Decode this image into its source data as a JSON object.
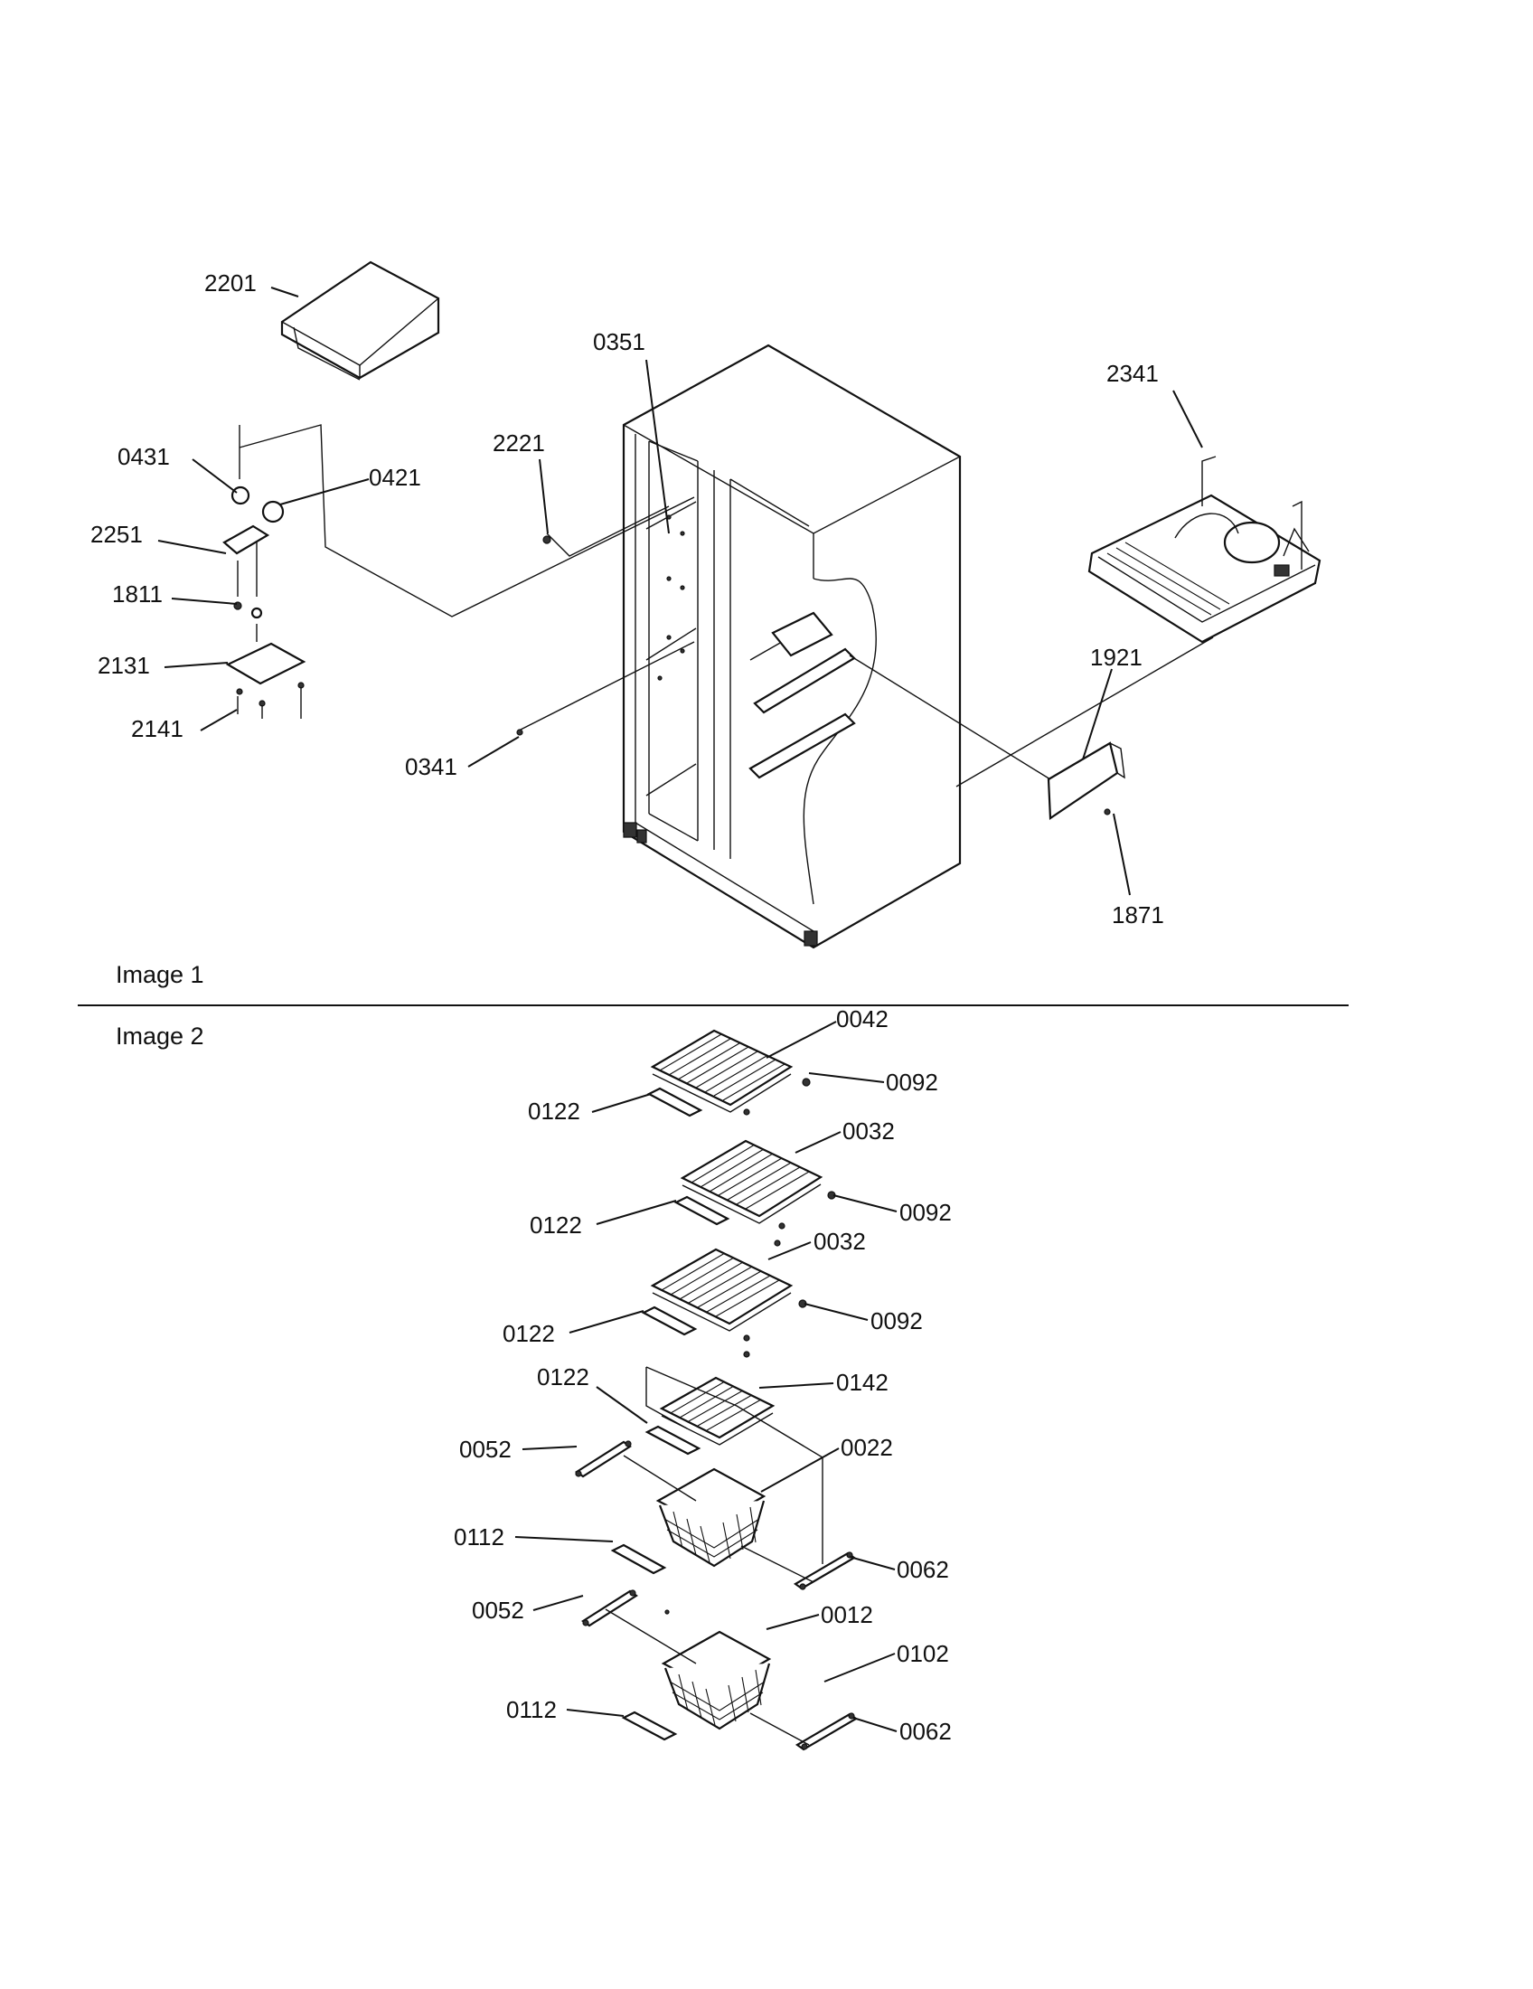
{
  "sections": {
    "image1": "Image 1",
    "image2": "Image 2"
  },
  "image1_parts": {
    "p2201": "2201",
    "p0351": "0351",
    "p2341": "2341",
    "p0431": "0431",
    "p0421": "0421",
    "p2221": "2221",
    "p2251": "2251",
    "p1811": "1811",
    "p2131": "2131",
    "p2141": "2141",
    "p0341": "0341",
    "p1921": "1921",
    "p1871": "1871"
  },
  "image2_parts": {
    "p0042": "0042",
    "p0092a": "0092",
    "p0122a": "0122",
    "p0032a": "0032",
    "p0122b": "0122",
    "p0092b": "0092",
    "p0032b": "0032",
    "p0122c": "0122",
    "p0092c": "0092",
    "p0122d": "0122",
    "p0142": "0142",
    "p0052a": "0052",
    "p0022": "0022",
    "p0112a": "0112",
    "p0062a": "0062",
    "p0052b": "0052",
    "p0012": "0012",
    "p0102": "0102",
    "p0112b": "0112",
    "p0062b": "0062"
  }
}
